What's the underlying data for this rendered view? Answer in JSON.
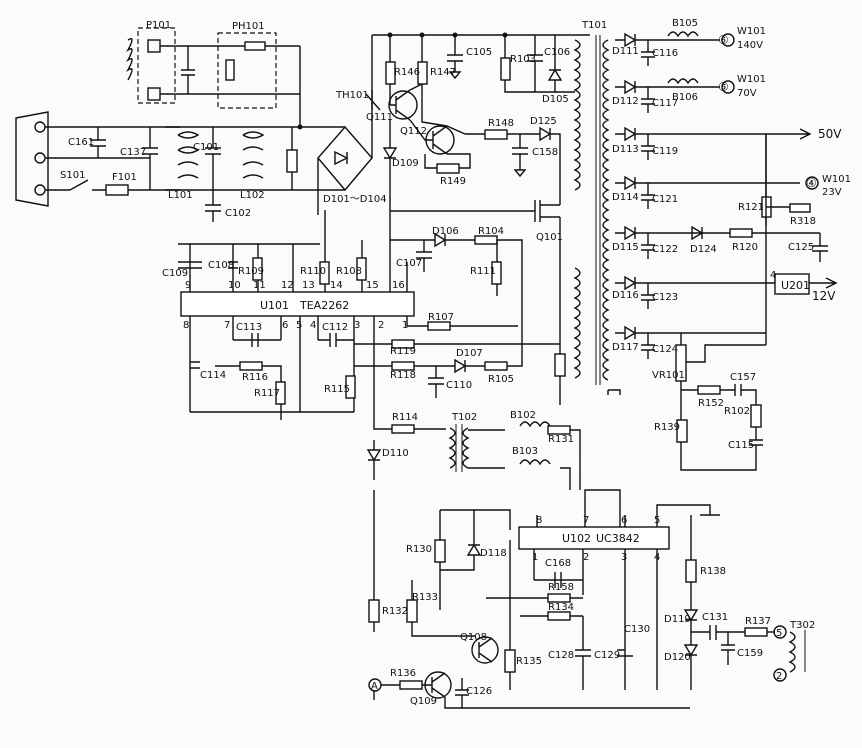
{
  "diagram": {
    "ics": {
      "u101": {
        "name": "U101",
        "type": "TEA2262",
        "pins_top": [
          "9",
          "10",
          "11",
          "12",
          "13",
          "14",
          "15",
          "16"
        ],
        "pins_bottom": [
          "8",
          "7",
          "6",
          "5",
          "4",
          "3",
          "2",
          "1"
        ]
      },
      "u102": {
        "name": "U102",
        "type": "UC3842",
        "pins_top": [
          "8",
          "7",
          "6",
          "5"
        ],
        "pins_bottom": [
          "1",
          "2",
          "3",
          "4"
        ]
      },
      "u201": {
        "name": "U201"
      }
    },
    "components": [
      {
        "key": "P101",
        "text": "P101"
      },
      {
        "key": "PH101",
        "text": "PH101"
      },
      {
        "key": "C161",
        "text": "C161"
      },
      {
        "key": "C137",
        "text": "C137"
      },
      {
        "key": "C101",
        "text": "C101"
      },
      {
        "key": "C102",
        "text": "C102"
      },
      {
        "key": "L101",
        "text": "L101"
      },
      {
        "key": "L102",
        "text": "L102"
      },
      {
        "key": "S101",
        "text": "S101"
      },
      {
        "key": "F101",
        "text": "F101"
      },
      {
        "key": "D101",
        "text": "D101～D104"
      },
      {
        "key": "TH101",
        "text": "TH101"
      },
      {
        "key": "Q111",
        "text": "Q111"
      },
      {
        "key": "Q112",
        "text": "Q112"
      },
      {
        "key": "R146",
        "text": "R146"
      },
      {
        "key": "R147",
        "text": "R147"
      },
      {
        "key": "C105",
        "text": "C105"
      },
      {
        "key": "R103",
        "text": "R103"
      },
      {
        "key": "C106",
        "text": "C106"
      },
      {
        "key": "D105",
        "text": "D105"
      },
      {
        "key": "R148",
        "text": "R148"
      },
      {
        "key": "D125",
        "text": "D125"
      },
      {
        "key": "C158",
        "text": "C158"
      },
      {
        "key": "R149",
        "text": "R149"
      },
      {
        "key": "D109",
        "text": "D109"
      },
      {
        "key": "T101",
        "text": "T101"
      },
      {
        "key": "Q101",
        "text": "Q101"
      },
      {
        "key": "D106",
        "text": "D106"
      },
      {
        "key": "R104",
        "text": "R104"
      },
      {
        "key": "R111",
        "text": "R111"
      },
      {
        "key": "C107",
        "text": "C107"
      },
      {
        "key": "R108",
        "text": "R108"
      },
      {
        "key": "R110",
        "text": "R110"
      },
      {
        "key": "C109",
        "text": "C109"
      },
      {
        "key": "C108",
        "text": "C108"
      },
      {
        "key": "R109",
        "text": "R109"
      },
      {
        "key": "R107",
        "text": "R107"
      },
      {
        "key": "C113",
        "text": "C113"
      },
      {
        "key": "C114",
        "text": "C114"
      },
      {
        "key": "C112",
        "text": "C112"
      },
      {
        "key": "R116",
        "text": "R116"
      },
      {
        "key": "R117",
        "text": "R117"
      },
      {
        "key": "R115",
        "text": "R115"
      },
      {
        "key": "R119",
        "text": "R119"
      },
      {
        "key": "R118",
        "text": "R118"
      },
      {
        "key": "D107",
        "text": "D107"
      },
      {
        "key": "R105",
        "text": "R105"
      },
      {
        "key": "C110",
        "text": "C110"
      },
      {
        "key": "R114",
        "text": "R114"
      },
      {
        "key": "T102",
        "text": "T102"
      },
      {
        "key": "D110",
        "text": "D110"
      },
      {
        "key": "B102",
        "text": "B102"
      },
      {
        "key": "R131",
        "text": "R131"
      },
      {
        "key": "B103",
        "text": "B103"
      },
      {
        "key": "D111",
        "text": "D111"
      },
      {
        "key": "C116",
        "text": "C116"
      },
      {
        "key": "B105",
        "text": "B105"
      },
      {
        "key": "D112",
        "text": "D112"
      },
      {
        "key": "C117",
        "text": "C117"
      },
      {
        "key": "B106",
        "text": "B106"
      },
      {
        "key": "D113",
        "text": "D113"
      },
      {
        "key": "C119",
        "text": "C119"
      },
      {
        "key": "D114",
        "text": "D114"
      },
      {
        "key": "C121",
        "text": "C121"
      },
      {
        "key": "R121",
        "text": "R121"
      },
      {
        "key": "R318",
        "text": "R318"
      },
      {
        "key": "D115",
        "text": "D115"
      },
      {
        "key": "C122",
        "text": "C122"
      },
      {
        "key": "D124",
        "text": "D124"
      },
      {
        "key": "R120",
        "text": "R120"
      },
      {
        "key": "C125",
        "text": "C125"
      },
      {
        "key": "D116",
        "text": "D116"
      },
      {
        "key": "C123",
        "text": "C123"
      },
      {
        "key": "D117",
        "text": "D117"
      },
      {
        "key": "C124",
        "text": "C124"
      },
      {
        "key": "VR101",
        "text": "VR101"
      },
      {
        "key": "R152",
        "text": "R152"
      },
      {
        "key": "C157",
        "text": "C157"
      },
      {
        "key": "R102",
        "text": "R102"
      },
      {
        "key": "R139",
        "text": "R139"
      },
      {
        "key": "C115",
        "text": "C115"
      },
      {
        "key": "R130",
        "text": "R130"
      },
      {
        "key": "D118",
        "text": "D118"
      },
      {
        "key": "R132",
        "text": "R132"
      },
      {
        "key": "R133",
        "text": "R133"
      },
      {
        "key": "C168",
        "text": "C168"
      },
      {
        "key": "R158",
        "text": "R158"
      },
      {
        "key": "R134",
        "text": "R134"
      },
      {
        "key": "R138",
        "text": "R138"
      },
      {
        "key": "D119",
        "text": "D119"
      },
      {
        "key": "C131",
        "text": "C131"
      },
      {
        "key": "R137",
        "text": "R137"
      },
      {
        "key": "T302",
        "text": "T302"
      },
      {
        "key": "C130",
        "text": "C130"
      },
      {
        "key": "D120",
        "text": "D120"
      },
      {
        "key": "C159",
        "text": "C159"
      },
      {
        "key": "Q108",
        "text": "Q108"
      },
      {
        "key": "R135",
        "text": "R135"
      },
      {
        "key": "C128",
        "text": "C128"
      },
      {
        "key": "C129",
        "text": "C129"
      },
      {
        "key": "R136",
        "text": "R136"
      },
      {
        "key": "Q109",
        "text": "Q109"
      },
      {
        "key": "C126",
        "text": "C126"
      }
    ],
    "outputs": [
      {
        "key": "out6",
        "marker": "⑥",
        "name": "W101",
        "value": "140V"
      },
      {
        "key": "out5",
        "marker": "⑤",
        "name": "W101",
        "value": "70V"
      },
      {
        "key": "out50",
        "marker": "",
        "name": "",
        "value": "50V"
      },
      {
        "key": "out4",
        "marker": "④",
        "name": "W101",
        "value": "23V"
      },
      {
        "key": "out12",
        "marker": "",
        "name": "",
        "value": "12V"
      }
    ],
    "small_marks": {
      "u201_pin": "4",
      "a_marker": "A",
      "t302_pin5": "5",
      "t302_pin2": "2"
    }
  }
}
